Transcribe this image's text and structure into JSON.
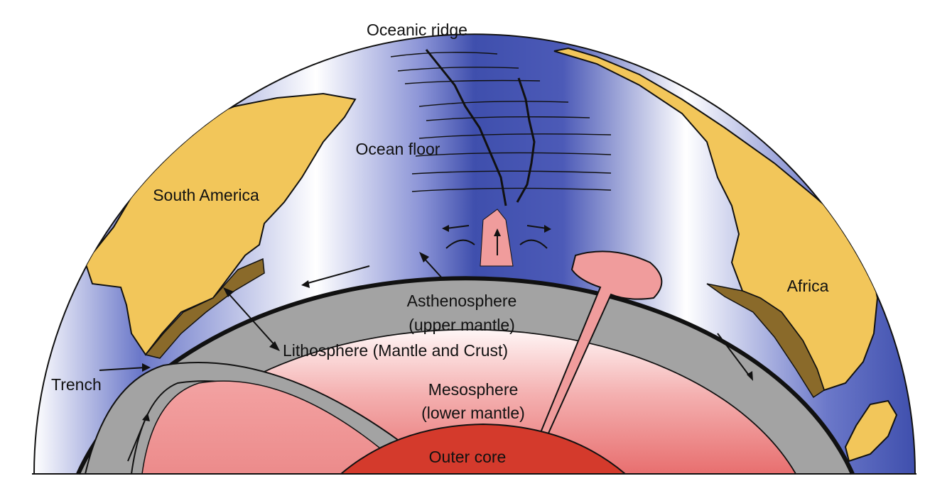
{
  "labels": {
    "oceanic_ridge": "Oceanic ridge",
    "ocean_floor": "Ocean floor",
    "south_america": "South America",
    "africa": "Africa",
    "asthenosphere": "Asthenosphere",
    "asthenosphere_sub": "(upper mantle)",
    "lithosphere": "Lithosphere (Mantle and Crust)",
    "mesosphere": "Mesosphere",
    "mesosphere_sub": "(lower mantle)",
    "trench": "Trench",
    "outer_core": "Outer core"
  },
  "colors": {
    "ocean_deep": "#3f4fad",
    "ocean_light": "#ffffff",
    "continent": "#f2c65a",
    "continent_edge": "#8a6a2a",
    "lithosphere": "#a3a3a3",
    "mantle_top": "#fff5f5",
    "mantle_bottom": "#e97c7c",
    "outer_core": "#d43a2c",
    "plume": "#f09c9c",
    "outline": "#111111"
  },
  "icons": [
    "arrow-icon"
  ]
}
